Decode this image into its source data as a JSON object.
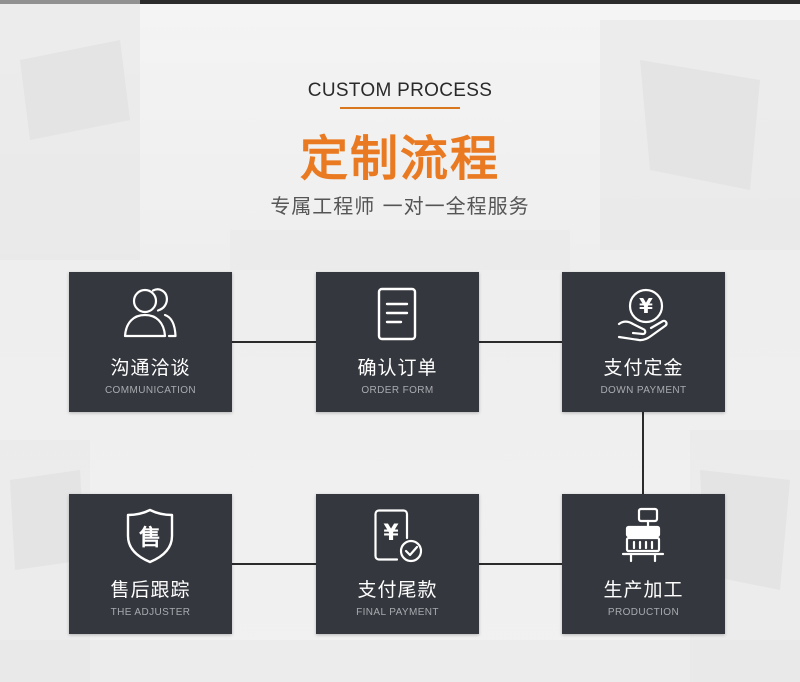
{
  "header": {
    "title_en": "CUSTOM PROCESS",
    "title_cn": "定制流程",
    "tagline": "专属工程师 一对一全程服务"
  },
  "colors": {
    "accent": "#ea7a21",
    "card_bg": "#34373d",
    "connector": "#2b2b2b"
  },
  "steps": [
    {
      "label_cn": "沟通洽谈",
      "label_en": "COMMUNICATION",
      "icon": "people-icon"
    },
    {
      "label_cn": "确认订单",
      "label_en": "ORDER FORM",
      "icon": "document-icon"
    },
    {
      "label_cn": "支付定金",
      "label_en": "DOWN PAYMENT",
      "icon": "hand-coin-icon"
    },
    {
      "label_cn": "生产加工",
      "label_en": "PRODUCTION",
      "icon": "machine-icon"
    },
    {
      "label_cn": "支付尾款",
      "label_en": "FINAL PAYMENT",
      "icon": "payment-check-icon"
    },
    {
      "label_cn": "售后跟踪",
      "label_en": "THE ADJUSTER",
      "icon": "shield-icon"
    }
  ],
  "icon_glyphs": {
    "yen": "¥",
    "shield_text": "售"
  }
}
